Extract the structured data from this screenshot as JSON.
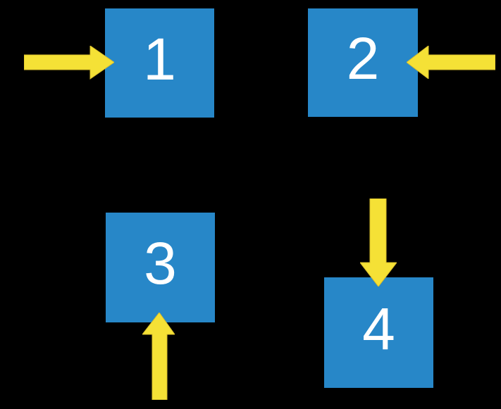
{
  "colors": {
    "background": "#000000",
    "box_fill": "#2787C8",
    "arrow_fill": "#F5E136",
    "arrow_stroke": "#D9BE2B",
    "label_text": "#FFFFFF"
  },
  "boxes": [
    {
      "label": "1",
      "arrow_direction": "points-right-into-box"
    },
    {
      "label": "2",
      "arrow_direction": "points-left-into-box"
    },
    {
      "label": "3",
      "arrow_direction": "points-up-into-box"
    },
    {
      "label": "4",
      "arrow_direction": "points-down-into-box"
    }
  ]
}
